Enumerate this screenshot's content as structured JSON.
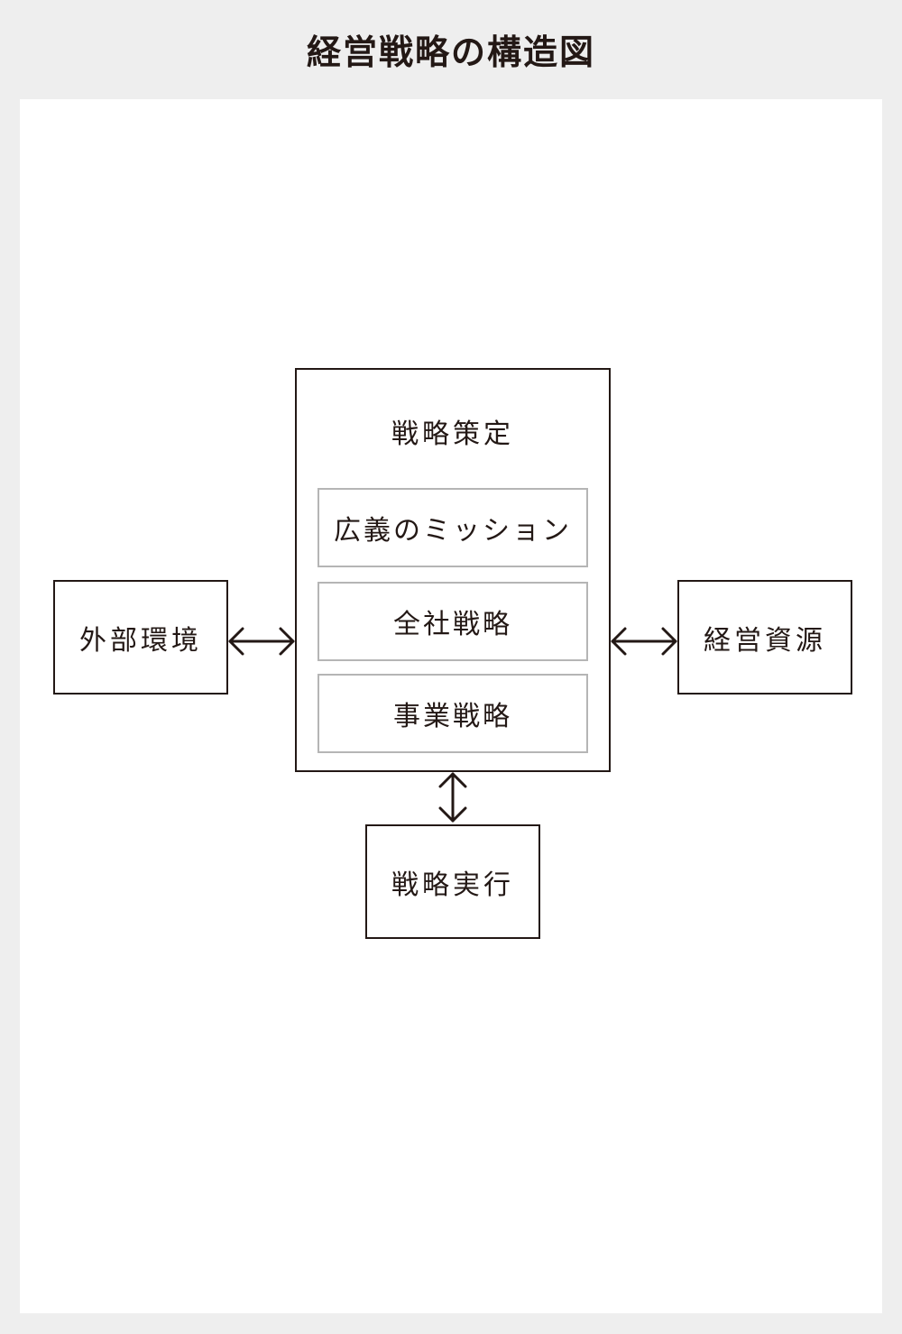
{
  "title": "経営戦略の構造図",
  "diagram": {
    "left_node": "外部環境",
    "right_node": "経営資源",
    "bottom_node": "戦略実行",
    "center": {
      "title": "戦略策定",
      "items": [
        "広義のミッション",
        "全社戦略",
        "事業戦略"
      ]
    },
    "edges": [
      {
        "from": "外部環境",
        "to": "戦略策定",
        "direction": "both"
      },
      {
        "from": "戦略策定",
        "to": "経営資源",
        "direction": "both"
      },
      {
        "from": "戦略策定",
        "to": "戦略実行",
        "direction": "both"
      }
    ]
  },
  "colors": {
    "background": "#eeeeee",
    "canvas": "#ffffff",
    "stroke": "#231815",
    "sub_border": "#b5b5b5"
  }
}
